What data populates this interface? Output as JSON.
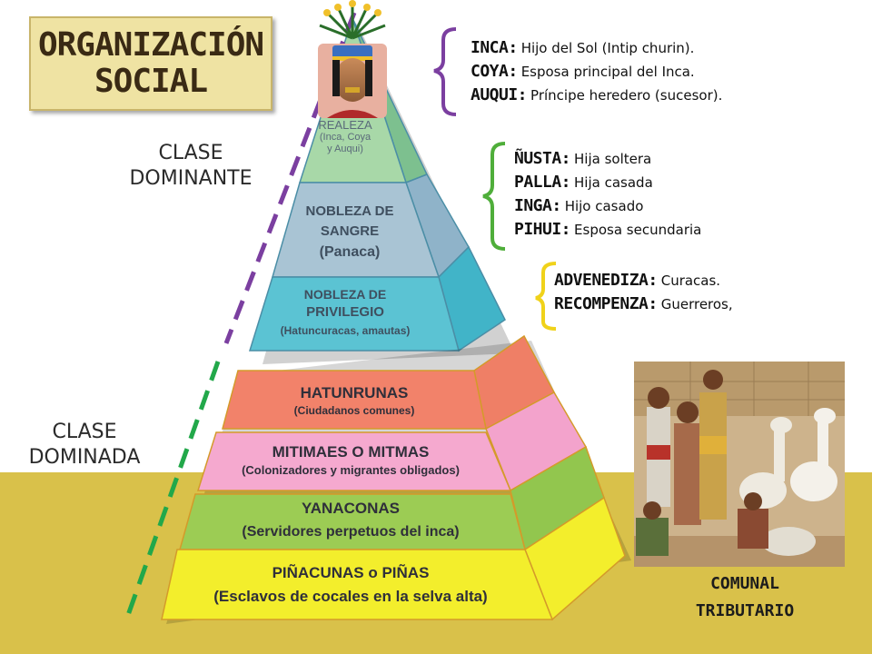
{
  "title": {
    "line1": "ORGANIZACIÓN",
    "line2": "SOCIAL"
  },
  "clase_dominante": {
    "line1": "CLASE",
    "line2": "DOMINANTE"
  },
  "clase_dominada": {
    "line1": "CLASE",
    "line2": "DOMINADA"
  },
  "dominant_tiers": [
    {
      "name": "REALEZA",
      "detail1": "(Inca, Coya",
      "detail2": "y Auqui)"
    },
    {
      "name1": "NOBLEZA DE",
      "name2": "SANGRE",
      "detail": "(Panaca)"
    },
    {
      "name1": "NOBLEZA DE",
      "name2": "PRIVILEGIO",
      "detail": "(Hatuncuracas, amautas)"
    }
  ],
  "dominated_tiers": [
    {
      "name": "HATUNRUNAS",
      "detail": "(Ciudadanos comunes)"
    },
    {
      "name": "MITIMAES O MITMAS",
      "detail": "(Colonizadores y migrantes obligados)"
    },
    {
      "name": "YANACONAS",
      "detail": "(Servidores perpetuos del inca)"
    },
    {
      "name": "PIÑACUNAS o PIÑAS",
      "detail": "(Esclavos de cocales en la selva alta)"
    }
  ],
  "realeza_defs": [
    {
      "term": "INCA:",
      "desc": "Hijo del Sol (Intip churin)."
    },
    {
      "term": "COYA:",
      "desc": "Esposa principal del Inca."
    },
    {
      "term": "AUQUI:",
      "desc": "Príncipe heredero (sucesor)."
    }
  ],
  "sangre_defs": [
    {
      "term": "ÑUSTA:",
      "desc": "Hija soltera"
    },
    {
      "term": "PALLA:",
      "desc": "Hija casada"
    },
    {
      "term": "INGA:",
      "desc": "Hijo casado"
    },
    {
      "term": "PIHUI:",
      "desc": "Esposa secundaria"
    }
  ],
  "privilegio_defs": [
    {
      "term": "ADVENEDIZA:",
      "desc": "Curacas."
    },
    {
      "term": "RECOMPENZA:",
      "desc": "Guerreros,"
    }
  ],
  "comunal": {
    "line1": "COMUNAL",
    "line2": "TRIBUTARIO"
  },
  "colors": {
    "background_band": "#d9c14a",
    "realeza": "#a8d8a8",
    "sangre": "#a9c4d4",
    "privilegio": "#5bc3d3",
    "hatunrunas": "#f2826a",
    "mitimaes": "#f5a9cf",
    "yanaconas": "#9ccc54",
    "pinacunas": "#f3ee2c",
    "bracket_purple": "#7b3fa0",
    "bracket_green": "#4fae3a",
    "dash_purple": "#7b3fa0",
    "dash_green": "#22a84a"
  },
  "icons": [
    "inca-portrait-icon",
    "comunal-scene-illustration"
  ]
}
